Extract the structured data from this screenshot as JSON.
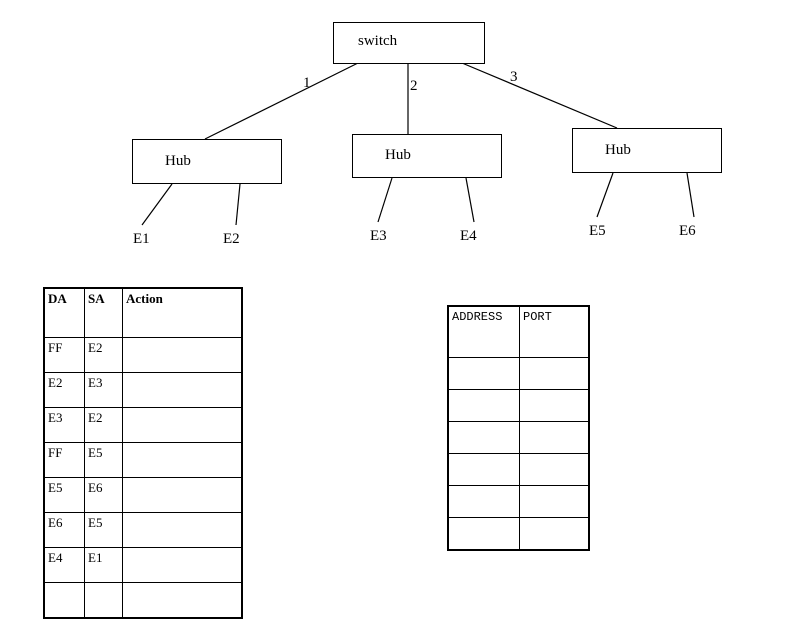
{
  "diagram": {
    "switch": {
      "label": "switch"
    },
    "hubs": [
      {
        "label": "Hub"
      },
      {
        "label": "Hub"
      },
      {
        "label": "Hub"
      }
    ],
    "ports": [
      {
        "label": "1"
      },
      {
        "label": "2"
      },
      {
        "label": "3"
      }
    ],
    "hosts": [
      {
        "label": "E1"
      },
      {
        "label": "E2"
      },
      {
        "label": "E3"
      },
      {
        "label": "E4"
      },
      {
        "label": "E5"
      },
      {
        "label": "E6"
      }
    ],
    "line_color": "#000000"
  },
  "filter_table": {
    "headers": {
      "da": "DA",
      "sa": "SA",
      "action": "Action"
    },
    "rows": [
      {
        "da": "FF",
        "sa": "E2",
        "action": ""
      },
      {
        "da": "E2",
        "sa": "E3",
        "action": ""
      },
      {
        "da": "E3",
        "sa": "E2",
        "action": ""
      },
      {
        "da": "FF",
        "sa": "E5",
        "action": ""
      },
      {
        "da": "E5",
        "sa": "E6",
        "action": ""
      },
      {
        "da": "E6",
        "sa": "E5",
        "action": ""
      },
      {
        "da": "E4",
        "sa": "E1",
        "action": ""
      },
      {
        "da": "",
        "sa": "",
        "action": ""
      }
    ]
  },
  "address_table": {
    "headers": {
      "address": "ADDRESS",
      "port": "PORT"
    },
    "rows": [
      {
        "address": "",
        "port": ""
      },
      {
        "address": "",
        "port": ""
      },
      {
        "address": "",
        "port": ""
      },
      {
        "address": "",
        "port": ""
      },
      {
        "address": "",
        "port": ""
      },
      {
        "address": "",
        "port": ""
      }
    ]
  }
}
